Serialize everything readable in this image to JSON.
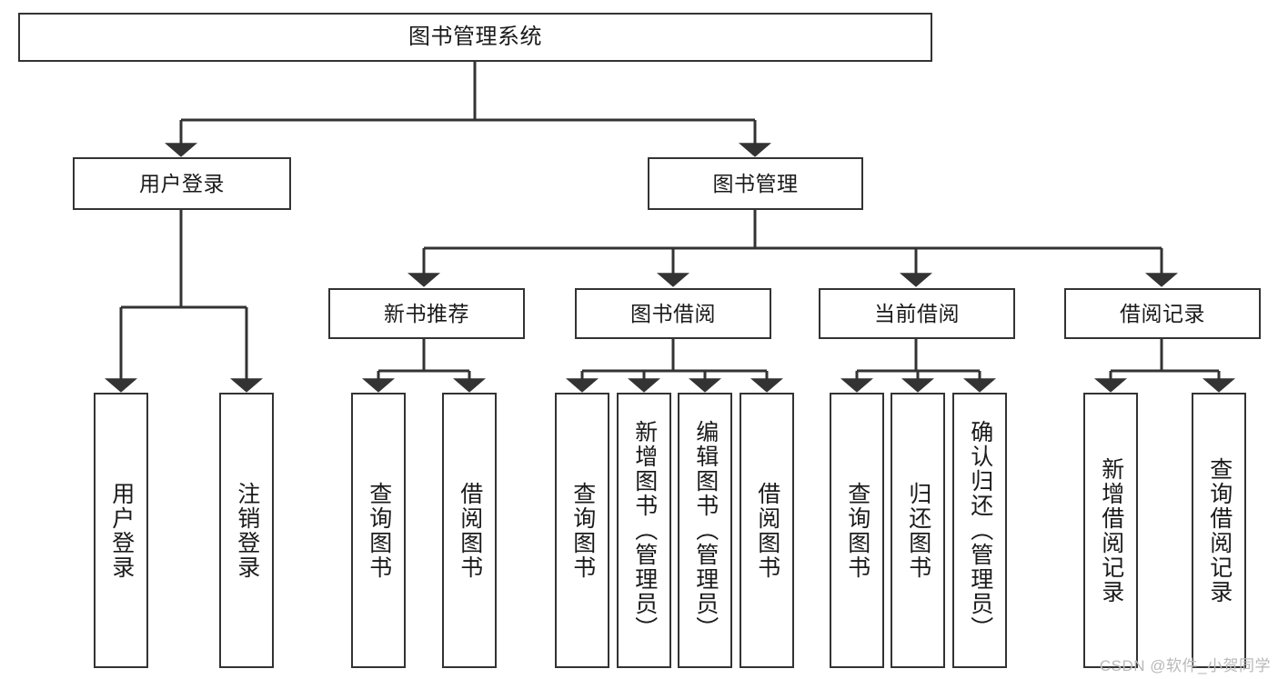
{
  "diagram": {
    "type": "tree-hierarchy-chart",
    "title": "图书管理系统",
    "watermark": "CSDN @软件_小贺同学",
    "colors": {
      "box_border": "#333333",
      "box_fill": "#ffffff",
      "connector": "#333333",
      "background": "#ffffff",
      "watermark": "#b9b9b9"
    },
    "nodes": {
      "root": {
        "label": "图书管理系统"
      },
      "level1": [
        {
          "label": "用户登录"
        },
        {
          "label": "图书管理"
        }
      ],
      "level2": [
        {
          "label": "新书推荐"
        },
        {
          "label": "图书借阅"
        },
        {
          "label": "当前借阅"
        },
        {
          "label": "借阅记录"
        }
      ],
      "leaves": [
        {
          "label": "用户登录",
          "parent": "用户登录"
        },
        {
          "label": "注销登录",
          "parent": "用户登录"
        },
        {
          "label": "查询图书",
          "parent": "新书推荐"
        },
        {
          "label": "借阅图书",
          "parent": "新书推荐"
        },
        {
          "label": "查询图书",
          "parent": "图书借阅"
        },
        {
          "label": "新增图书（管理员）",
          "parent": "图书借阅"
        },
        {
          "label": "编辑图书（管理员）",
          "parent": "图书借阅"
        },
        {
          "label": "借阅图书",
          "parent": "图书借阅"
        },
        {
          "label": "查询图书",
          "parent": "当前借阅"
        },
        {
          "label": "归还图书",
          "parent": "当前借阅"
        },
        {
          "label": "确认归还（管理员）",
          "parent": "当前借阅"
        },
        {
          "label": "新增借阅记录",
          "parent": "借阅记录"
        },
        {
          "label": "查询借阅记录",
          "parent": "借阅记录"
        }
      ]
    }
  }
}
